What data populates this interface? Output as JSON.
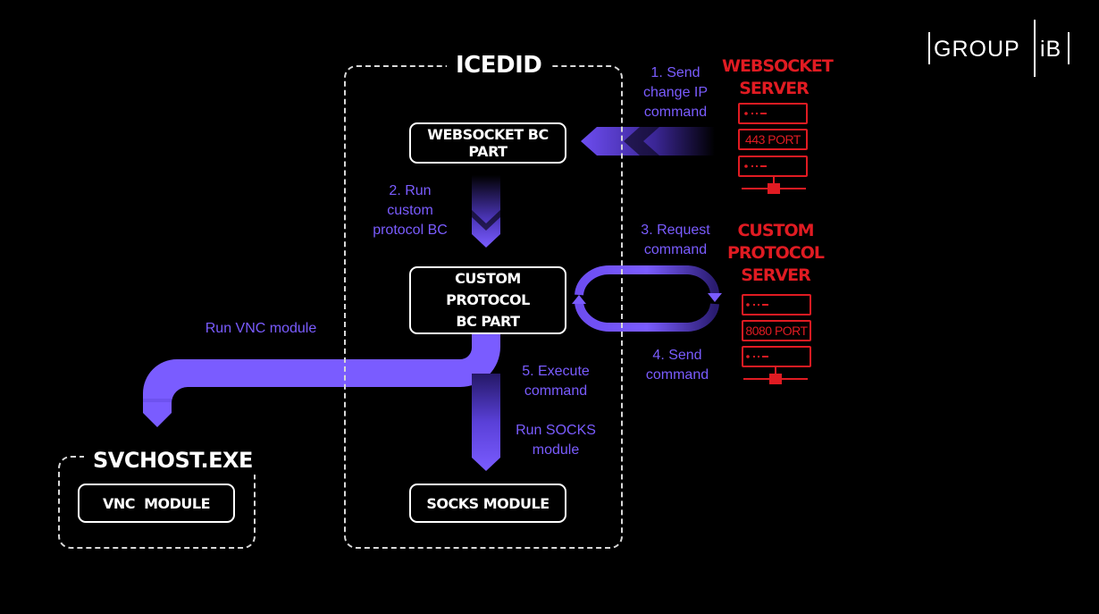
{
  "logo": {
    "left": "GROUP",
    "right": "iB"
  },
  "icedid": {
    "title": "ICEDID"
  },
  "svchost": {
    "title": "SVCHOST.EXE"
  },
  "boxes": {
    "websocket_bc": "WEBSOCKET BC PART",
    "custom_bc_line1": "CUSTOM PROTOCOL",
    "custom_bc_line2": "BC PART",
    "socks": "SOCKS MODULE",
    "vnc": "VNC  MODULE"
  },
  "steps": {
    "s1": [
      "1. Send",
      "change IP",
      "command"
    ],
    "s2": [
      "2. Run",
      "custom",
      "protocol BC"
    ],
    "s3": [
      "3. Request",
      "command"
    ],
    "s4": [
      "4. Send",
      "command"
    ],
    "s5": [
      "5. Execute",
      "command"
    ],
    "run_socks": [
      "Run SOCKS",
      "module"
    ],
    "run_vnc": "Run VNC module"
  },
  "servers": {
    "websocket": {
      "title": [
        "WEBSOCKET",
        "SERVER"
      ],
      "port": "443 PORT"
    },
    "custom": {
      "title": [
        "CUSTOM",
        "PROTOCOL",
        "SERVER"
      ],
      "port": "8080 PORT"
    }
  },
  "colors": {
    "accent": "#7a5cff",
    "server": "#e01b22",
    "background": "#000000"
  }
}
